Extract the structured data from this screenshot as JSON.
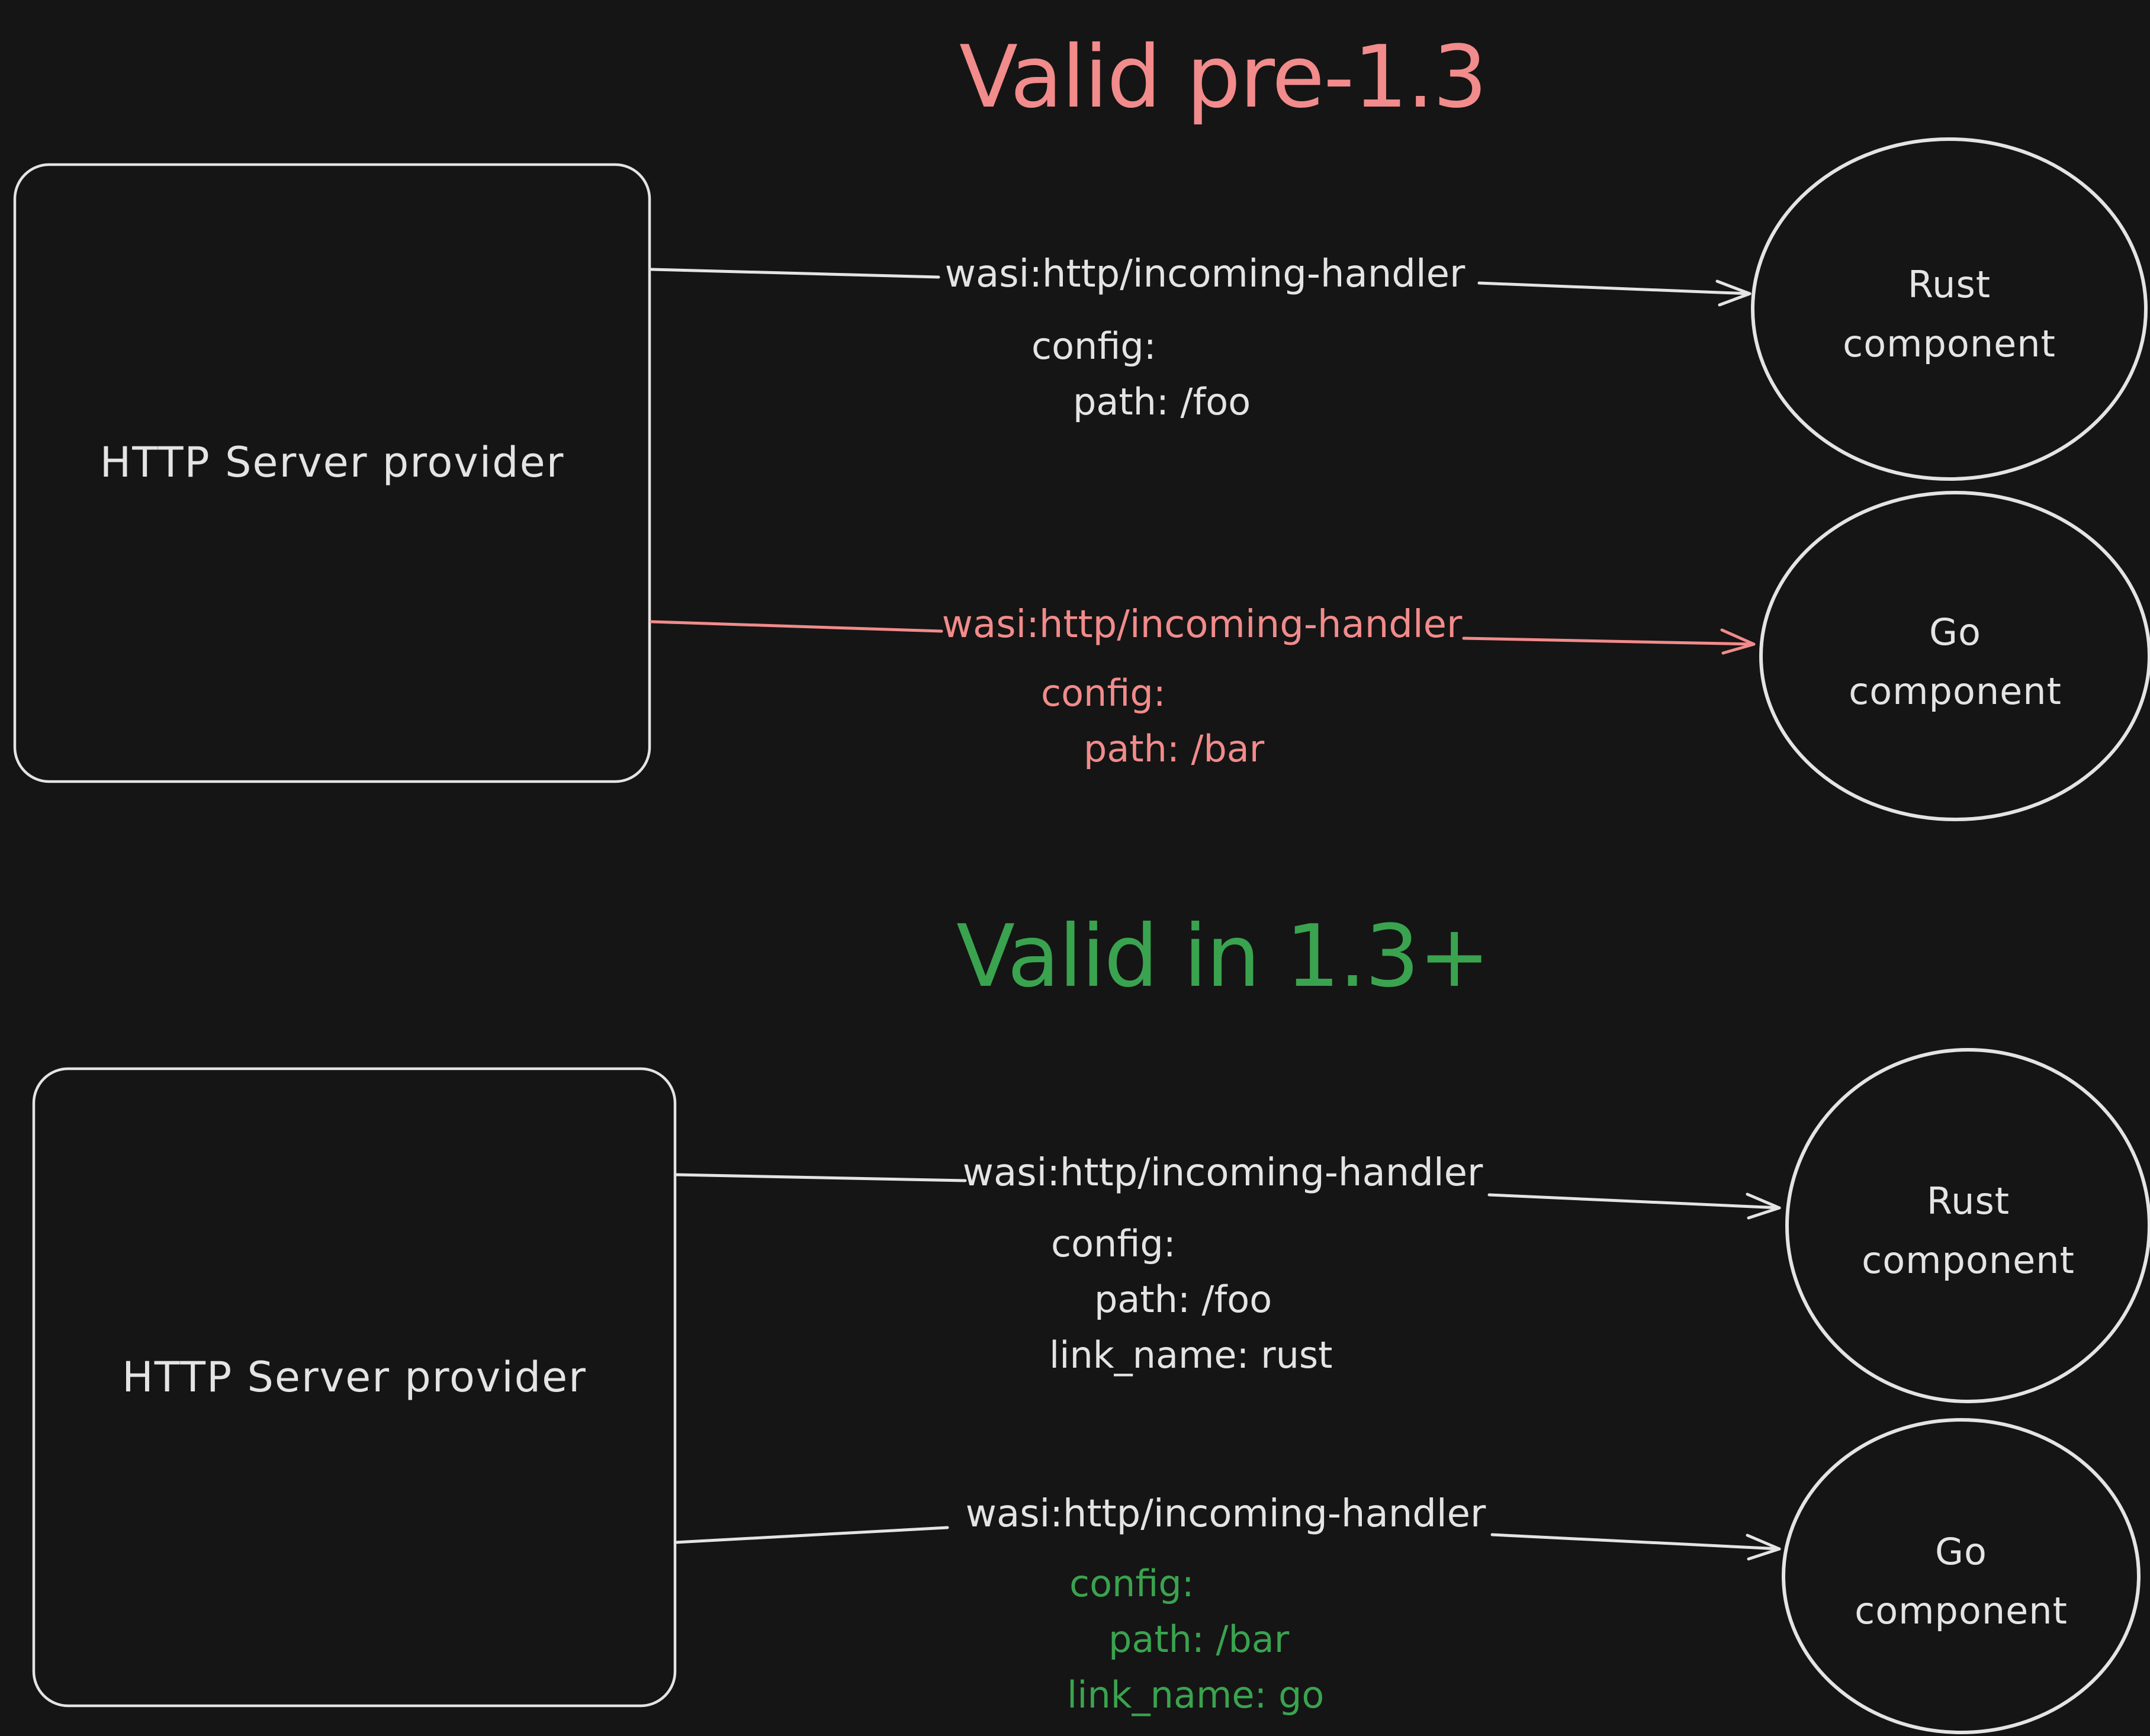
{
  "colors": {
    "background": "#151515",
    "ink": "#e4e4e4",
    "red": "#f28b8b",
    "green": "#3aa34f"
  },
  "pre13": {
    "title": "Valid pre-1.3",
    "provider_label": "HTTP Server provider",
    "rust_link": {
      "interface": "wasi:http/incoming-handler",
      "config": [
        "config:",
        "path: /foo"
      ]
    },
    "go_link": {
      "interface": "wasi:http/incoming-handler",
      "config": [
        "config:",
        "path: /bar"
      ]
    },
    "rust_component": [
      "Rust",
      "component"
    ],
    "go_component": [
      "Go",
      "component"
    ]
  },
  "v13plus": {
    "title": "Valid in 1.3+",
    "provider_label": "HTTP Server provider",
    "rust_link": {
      "interface": "wasi:http/incoming-handler",
      "config": [
        "config:",
        "path: /foo",
        "link_name: rust"
      ]
    },
    "go_link": {
      "interface": "wasi:http/incoming-handler",
      "config": [
        "config:",
        "path: /bar",
        "link_name: go"
      ]
    },
    "rust_component": [
      "Rust",
      "component"
    ],
    "go_component": [
      "Go",
      "component"
    ]
  }
}
